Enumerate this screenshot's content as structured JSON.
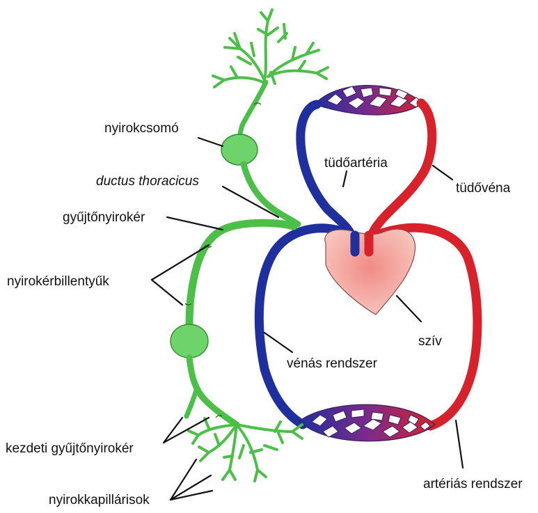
{
  "labels": {
    "lymph_node": "nyirokcsomó",
    "thoracic_duct": "ductus thoracicus",
    "collecting_vessel": "gyűjtőnyirokér",
    "lymph_valves": "nyirokérbillentyűk",
    "initial_collecting_vessel": "kezdeti gyűjtőnyirokér",
    "lymph_capillaries": "nyirokkapillárisok",
    "pulmonary_artery": "tüdőartéria",
    "pulmonary_vein": "tüdővéna",
    "heart": "szív",
    "venous_system": "vénás rendszer",
    "arterial_system": "artériás rendszer"
  },
  "colors": {
    "lymph": "#5cc957",
    "vein": "#1f2f9e",
    "artery": "#d8222b",
    "capillary_mix": "#7b2a8a",
    "heart": "#f2a09a"
  }
}
